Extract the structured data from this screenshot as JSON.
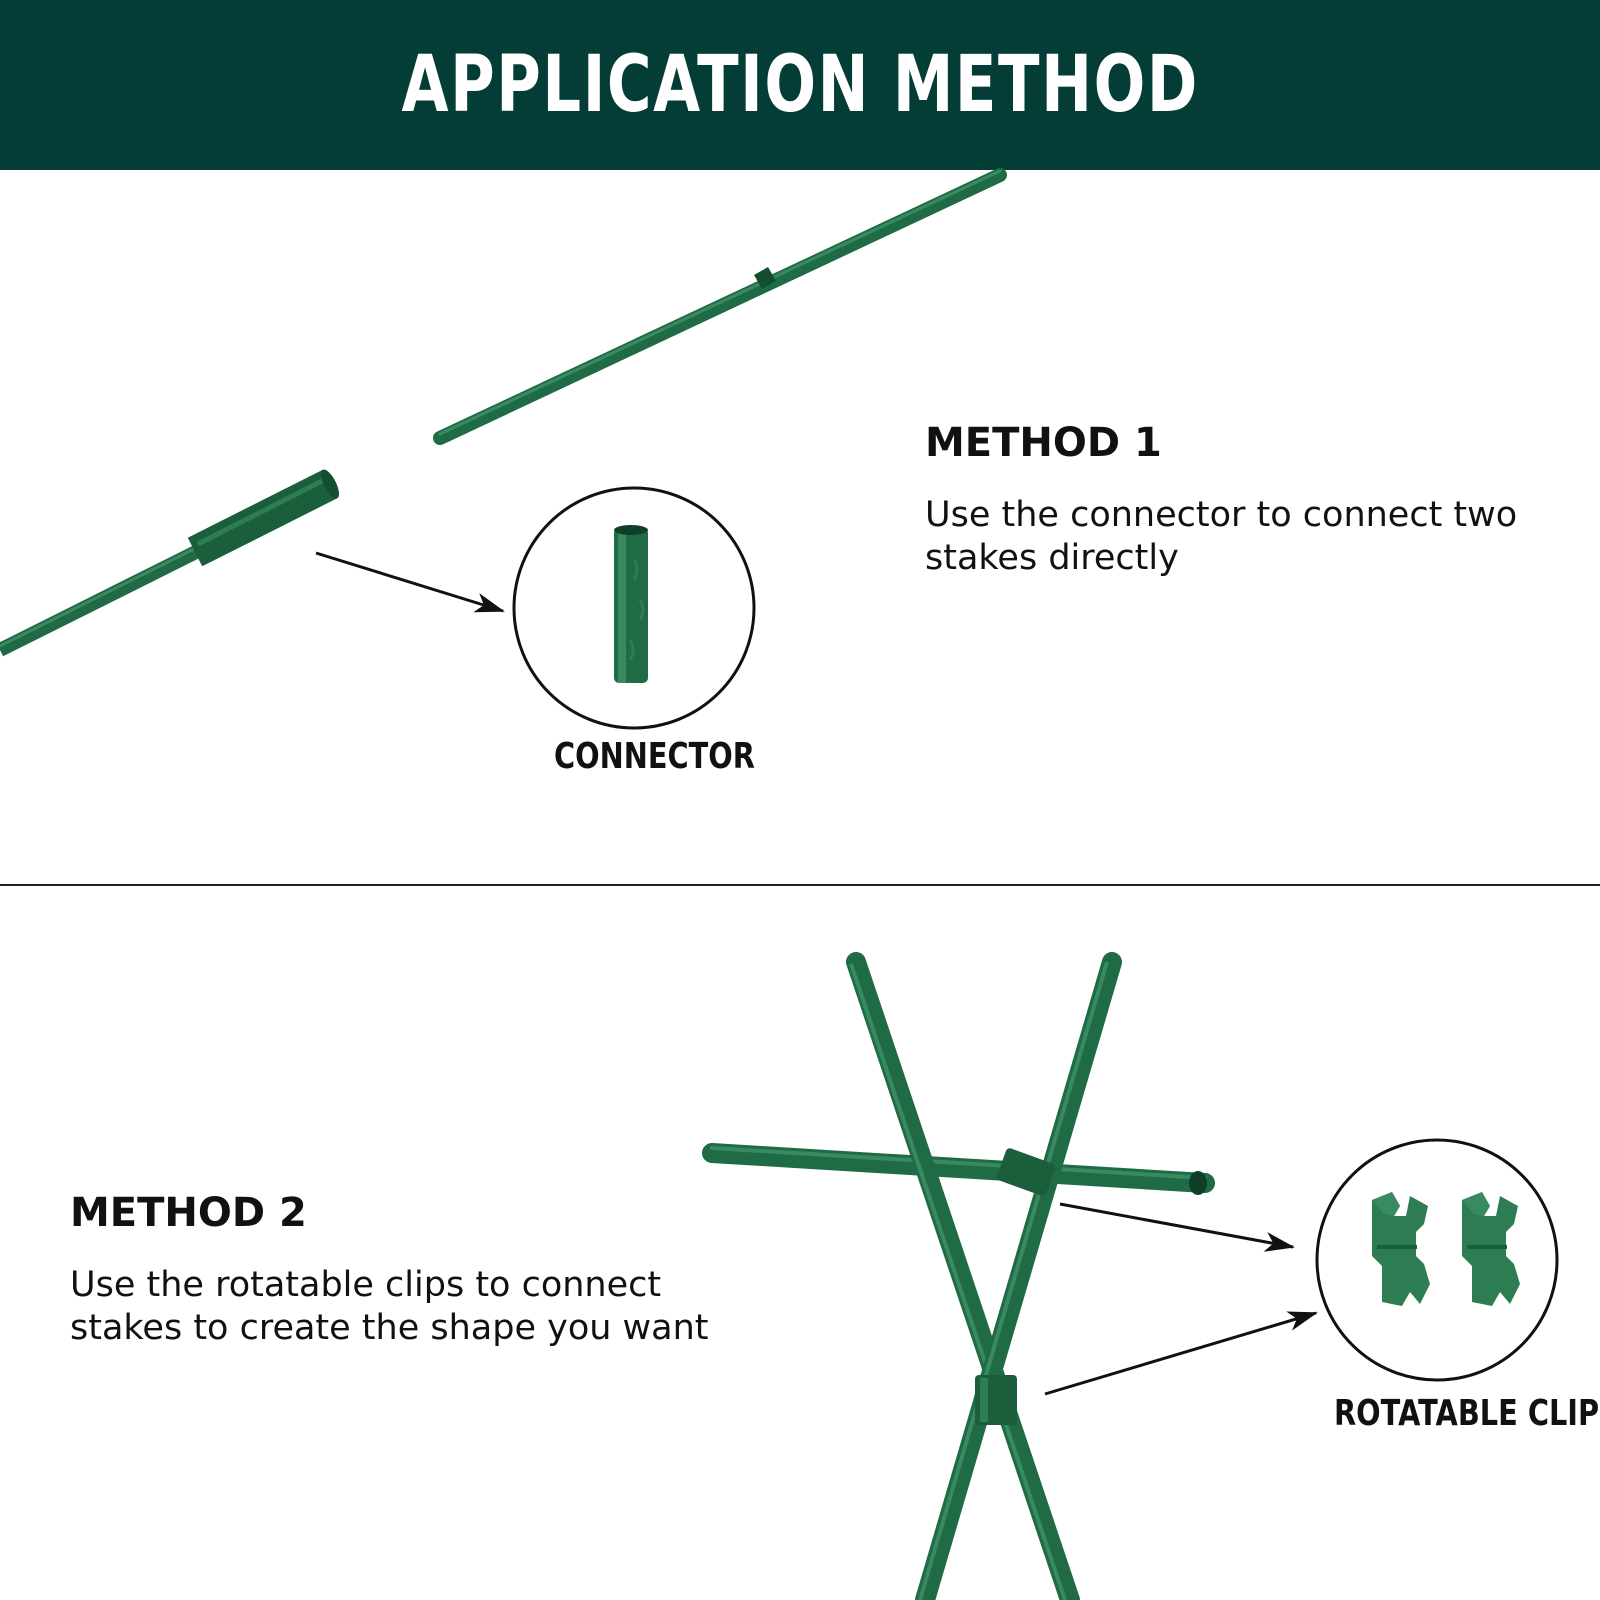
{
  "header": {
    "title": "APPLICATION METHOD"
  },
  "method1": {
    "heading": "METHOD 1",
    "description_lines": [
      "Use the connector to connect two",
      "stakes directly"
    ],
    "part_label": "CONNECTOR"
  },
  "method2": {
    "heading": "METHOD 2",
    "description_lines": [
      "Use the rotatable clips to connect",
      "stakes to create the shape you want"
    ],
    "part_label": "ROTATABLE CLIPS"
  },
  "colors": {
    "header_bg": "#033d36",
    "stake_green": "#1f6b45",
    "stake_dark": "#144d31",
    "stake_light": "#3a8a60",
    "text": "#111111"
  }
}
